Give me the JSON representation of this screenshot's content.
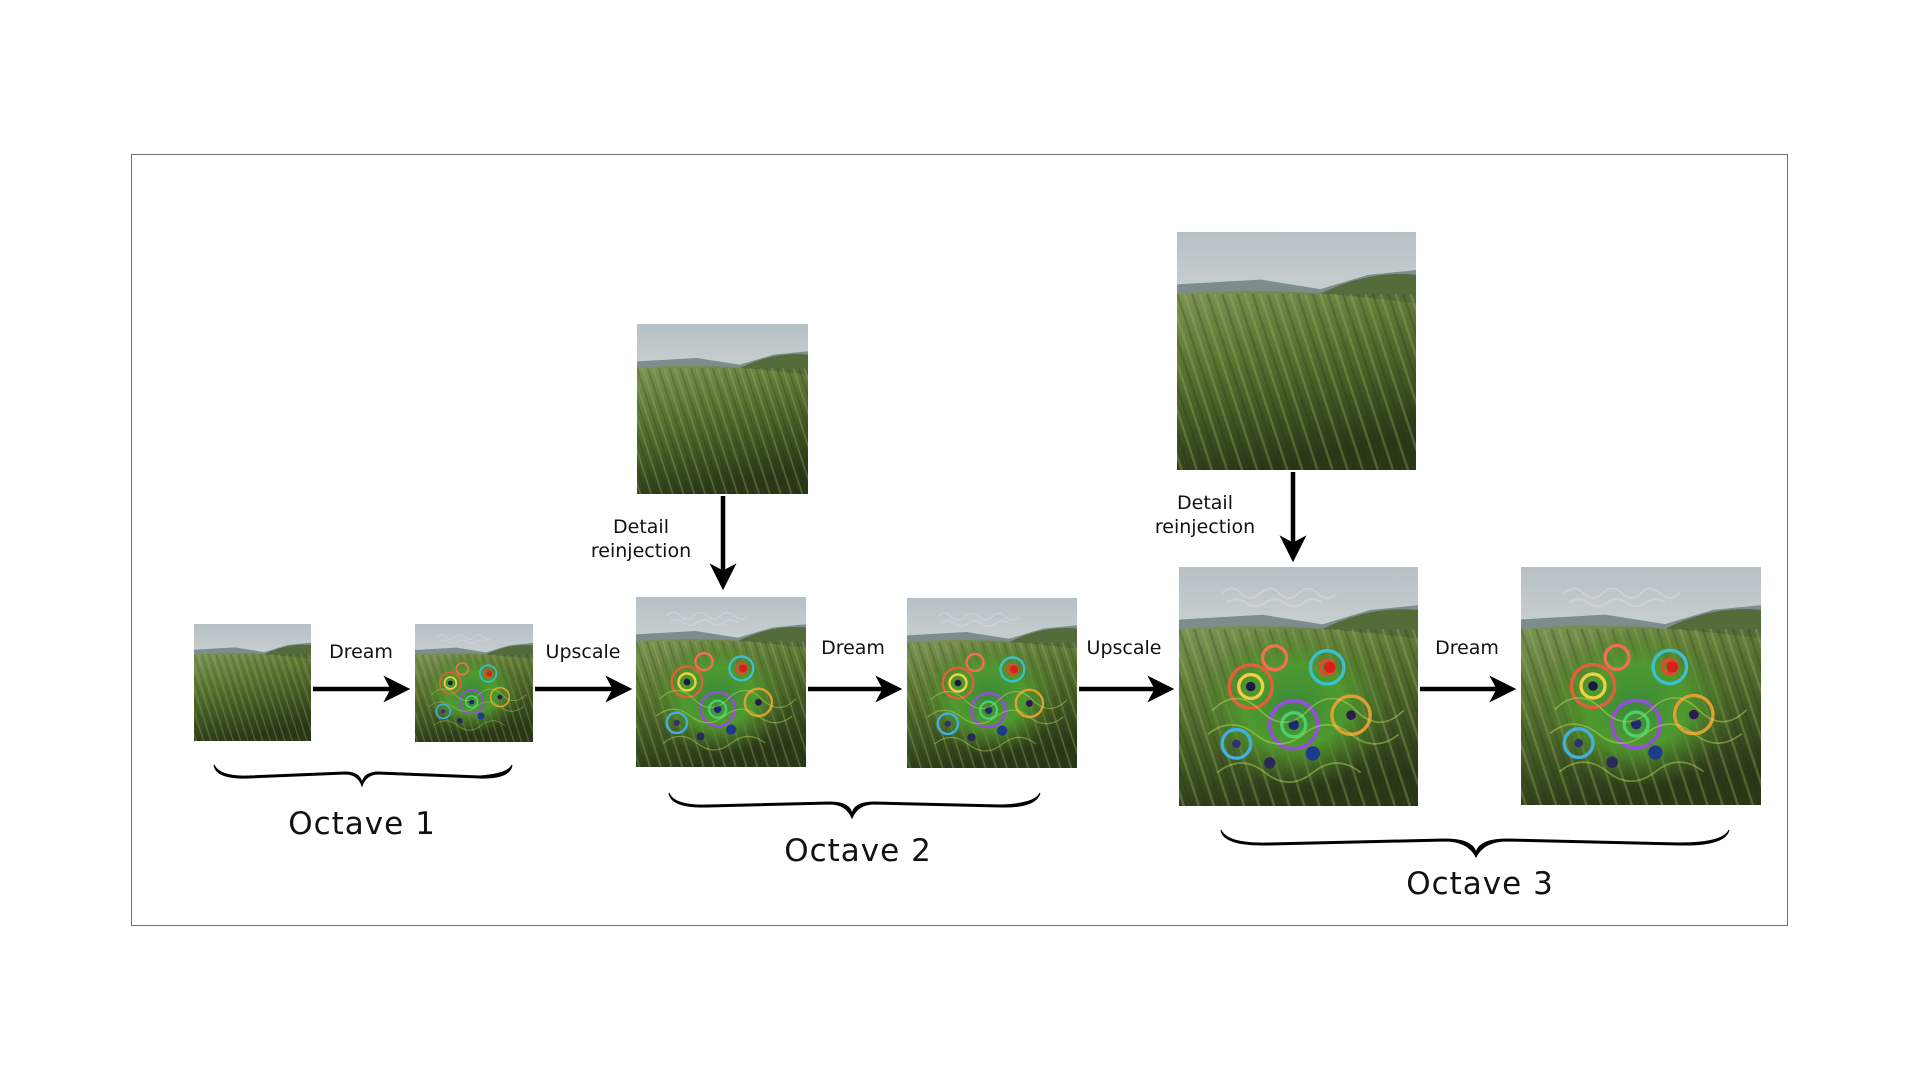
{
  "steps": {
    "dream": "Dream",
    "upscale": "Upscale",
    "detail_line1": "Detail",
    "detail_line2": "reinjection"
  },
  "octaves": [
    "Octave 1",
    "Octave 2",
    "Octave 3"
  ]
}
